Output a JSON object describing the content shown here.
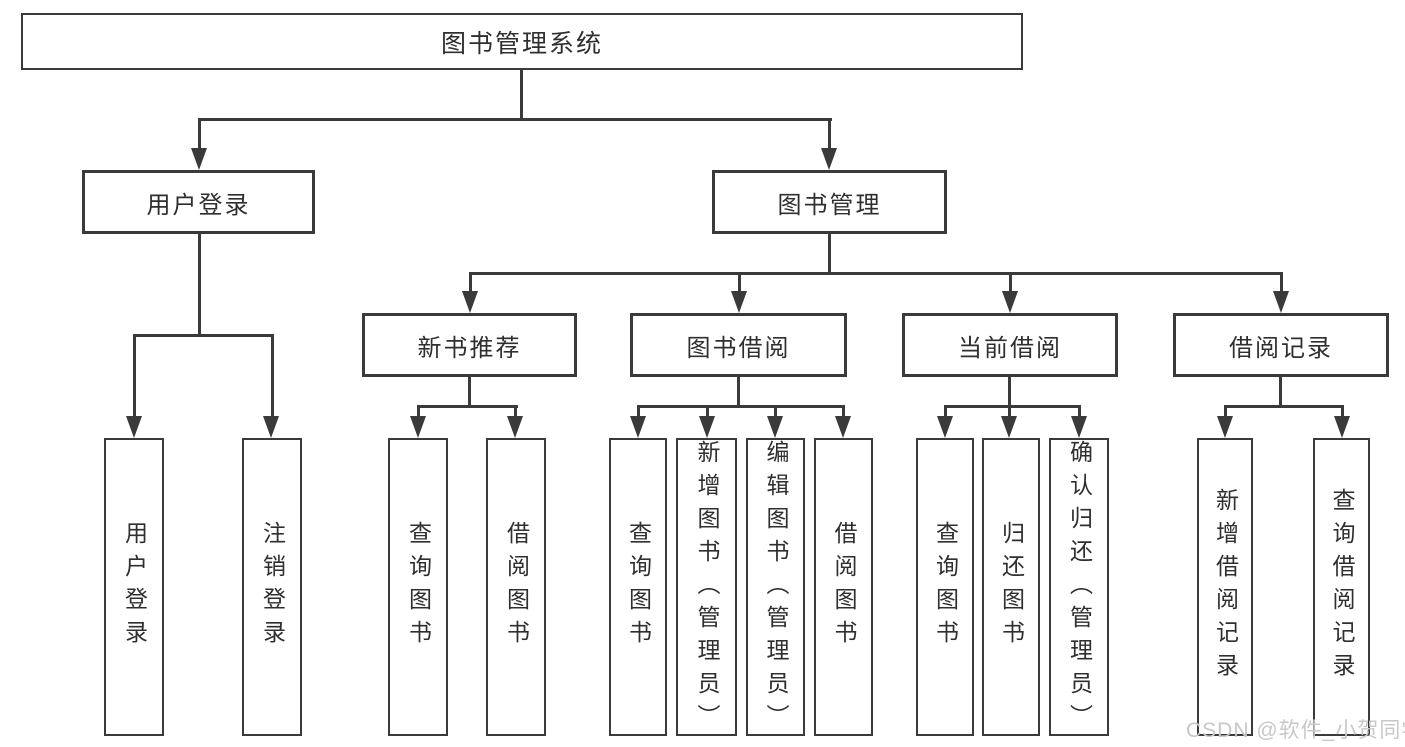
{
  "tree": {
    "root": {
      "label": "图书管理系统"
    },
    "user_login": {
      "label": "用户登录",
      "children": [
        "用户登录",
        "注销登录"
      ]
    },
    "book_mgmt": {
      "label": "图书管理"
    },
    "new_book": {
      "label": "新书推荐",
      "children": [
        "查询图书",
        "借阅图书"
      ]
    },
    "book_borrow": {
      "label": "图书借阅",
      "children": [
        "查询图书",
        "新增图书（管理员）",
        "编辑图书（管理员）",
        "借阅图书"
      ]
    },
    "current_borrow": {
      "label": "当前借阅",
      "children": [
        "查询图书",
        "归还图书",
        "确认归还（管理员）"
      ]
    },
    "borrow_record": {
      "label": "借阅记录",
      "children": [
        "新增借阅记录",
        "查询借阅记录"
      ]
    }
  },
  "watermark": {
    "text": "CSDN @软件_小贺同学"
  },
  "colors": {
    "line": "#3a3a3a",
    "text": "#2f2f2f",
    "background": "#ffffff",
    "watermark": "#c8c8c8"
  }
}
